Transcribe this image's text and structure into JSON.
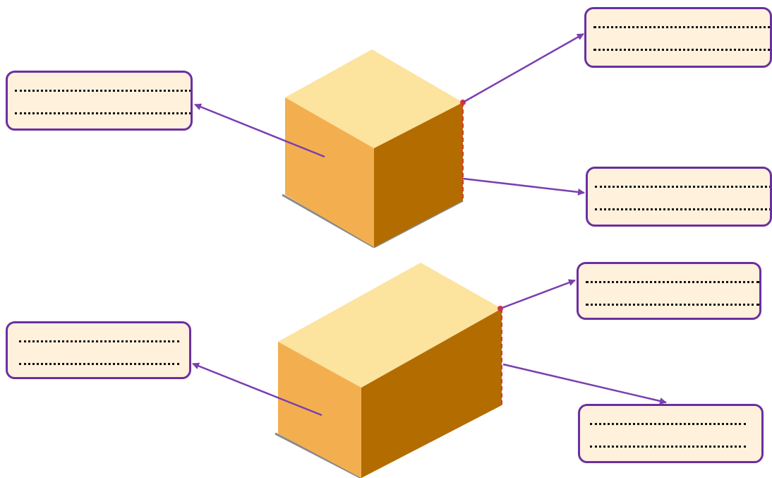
{
  "diagram": {
    "figures": [
      {
        "name": "cube",
        "face_colors": {
          "top": "#fce39e",
          "front": "#f3af4f",
          "side": "#b36c00"
        }
      },
      {
        "name": "cuboid",
        "face_colors": {
          "top": "#fce39e",
          "front": "#f3af4f",
          "side": "#b36c00"
        }
      }
    ],
    "answer_boxes": [
      {
        "id": "cube-face",
        "line1": "",
        "line2": ""
      },
      {
        "id": "cube-vertex",
        "line1": "",
        "line2": ""
      },
      {
        "id": "cube-edge",
        "line1": "",
        "line2": ""
      },
      {
        "id": "cuboid-face",
        "line1": "",
        "line2": ""
      },
      {
        "id": "cuboid-vertex",
        "line1": "",
        "line2": ""
      },
      {
        "id": "cuboid-edge",
        "line1": "",
        "line2": ""
      }
    ],
    "colors": {
      "box_fill": "#fff1dc",
      "box_border": "#6b2fa0",
      "arrow": "#7a3fb0",
      "highlight": "#e0303a"
    }
  }
}
